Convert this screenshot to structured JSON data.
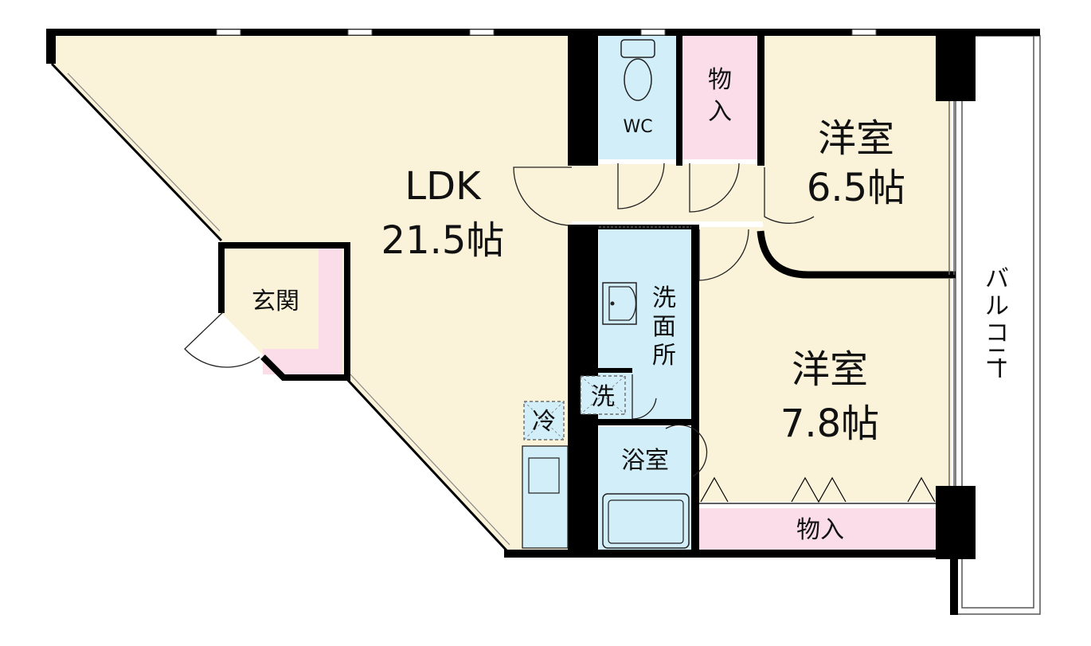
{
  "colors": {
    "ldk": "#FBF3D9",
    "wet": "#D2EEF8",
    "storage": "#FADDE8",
    "wall": "#000000",
    "window": "#bfbfbf"
  },
  "rooms": {
    "ldk": {
      "name": "LDK",
      "size": "21.5帖"
    },
    "western1": {
      "name": "洋室",
      "size": "6.5帖"
    },
    "western2": {
      "name": "洋室",
      "size": "7.8帖"
    },
    "wc": {
      "name": "WC"
    },
    "closet1": {
      "line1": "物",
      "line2": "入"
    },
    "closet2": {
      "name": "物入"
    },
    "entrance": {
      "name": "玄関"
    },
    "washroom": {
      "line1": "洗",
      "line2": "面",
      "line3": "所"
    },
    "bath": {
      "name": "浴室"
    },
    "washer": {
      "name": "洗"
    },
    "fridge": {
      "name": "冷"
    },
    "balcony": {
      "line1": "バ",
      "line2": "ル",
      "line3": "コ",
      "line4": "ニ",
      "line5": "ー"
    }
  }
}
